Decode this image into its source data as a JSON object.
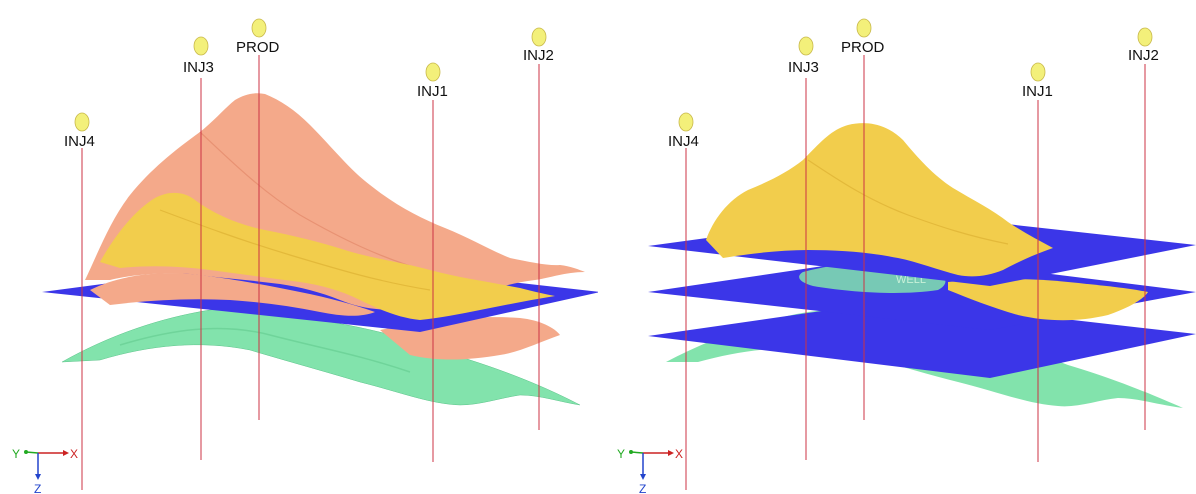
{
  "wells": [
    {
      "id": "inj4",
      "label": "INJ4"
    },
    {
      "id": "inj3",
      "label": "INJ3"
    },
    {
      "id": "prod",
      "label": "PROD"
    },
    {
      "id": "inj1",
      "label": "INJ1"
    },
    {
      "id": "inj2",
      "label": "INJ2"
    }
  ],
  "axes": {
    "y": "Y",
    "x": "X",
    "z": "Z"
  },
  "colors": {
    "salmon_surface": "#f4a98a",
    "yellow_surface": "#f2cd4c",
    "green_surface": "#82e3ac",
    "blue_plane": "#3b36e8",
    "well_line": "#cc3344",
    "well_marker": "#f3f07a"
  },
  "right_panel": {
    "watermark": "WELL"
  },
  "icons": {
    "well_head": "well-head-marker-icon",
    "axis_triad": "axis-triad-icon"
  }
}
